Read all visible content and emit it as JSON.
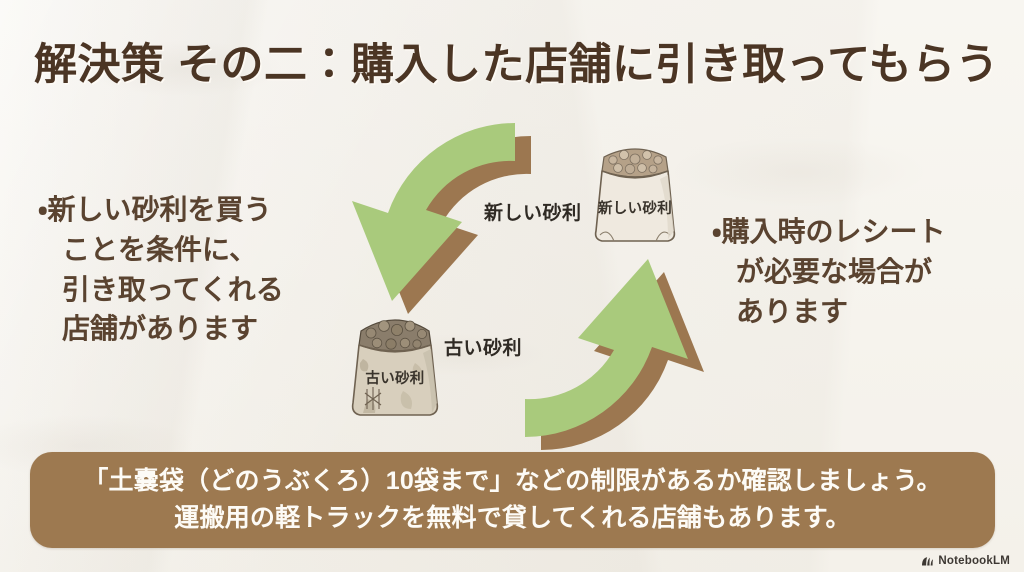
{
  "slide": {
    "title": "解決策 その二：購入した店舗に引き取ってもらう",
    "background_color": "#f6f3ed",
    "title_color": "#4b3524"
  },
  "bullets": {
    "left": {
      "lines": [
        "・新しい砂利を買う",
        "ことを条件に、",
        "引き取ってくれる",
        "店舗があります"
      ]
    },
    "right": {
      "lines": [
        "・購入時のレシート",
        "が必要な場合が",
        "あります"
      ]
    }
  },
  "diagram": {
    "type": "cycle",
    "arrow_green": "#a9ca7c",
    "arrow_brown": "#9c7750",
    "labels": {
      "new_gravel": "新しい砂利",
      "old_gravel": "古い砂利"
    },
    "bags": [
      {
        "id": "new",
        "label": "新しい砂利",
        "sack_color": "#efe9df",
        "gravel_color": "#b5a188"
      },
      {
        "id": "old",
        "label": "古い砂利",
        "sack_color": "#d8cfbd",
        "gravel_color": "#8a7d6b"
      }
    ]
  },
  "banner": {
    "background_color": "#9d7950",
    "text_color": "#fdfbf6",
    "lines": [
      "「土嚢袋（どのうぶくろ）10袋まで」などの制限があるか確認しましょう。",
      "運搬用の軽トラックを無料で貸してくれる店舗もあります。"
    ]
  },
  "watermark": {
    "label": "NotebookLM"
  }
}
